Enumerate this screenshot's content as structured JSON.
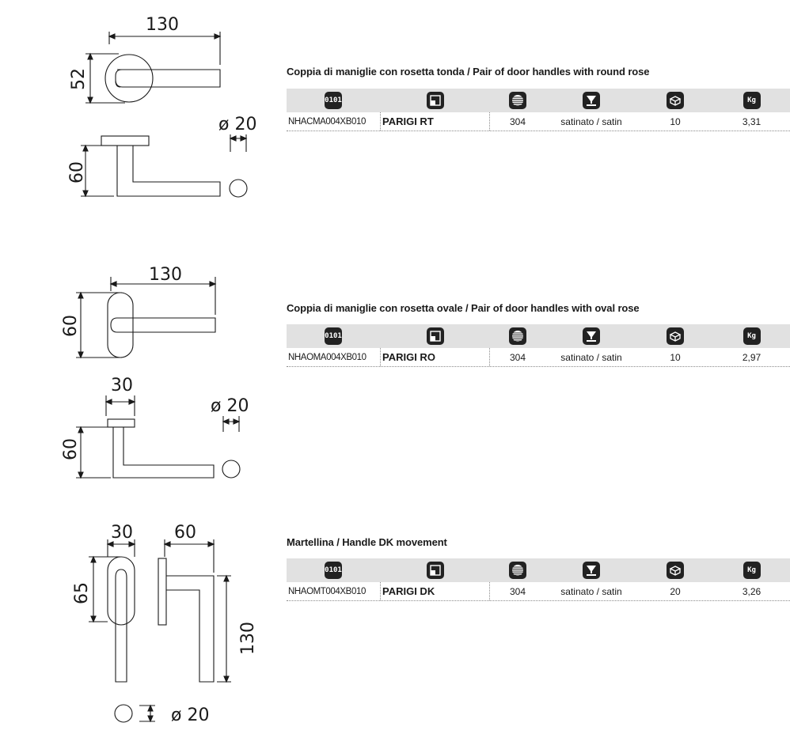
{
  "sections": [
    {
      "title": "Coppia di maniglie con rosetta tonda / Pair of door handles with round rose",
      "row": {
        "code": "NHACMA004XB010",
        "model": "PARIGI RT",
        "material": "304",
        "finish": "satinato / satin",
        "qty": "10",
        "weight": "3,31"
      },
      "dims": {
        "width": "130",
        "rose": "52",
        "height": "60",
        "diameter": "ø 20"
      }
    },
    {
      "title": "Coppia di maniglie con rosetta ovale / Pair of door handles with oval rose",
      "row": {
        "code": "NHAOMA004XB010",
        "model": "PARIGI RO",
        "material": "304",
        "finish": "satinato / satin",
        "qty": "10",
        "weight": "2,97"
      },
      "dims": {
        "width": "130",
        "rose": "60",
        "rose_depth": "30",
        "height": "60",
        "diameter": "ø 20"
      }
    },
    {
      "title": "Martellina / Handle DK movement",
      "row": {
        "code": "NHAOMT004XB010",
        "model": "PARIGI DK",
        "material": "304",
        "finish": "satinato / satin",
        "qty": "20",
        "weight": "3,26"
      },
      "dims": {
        "rose_width": "30",
        "lever": "60",
        "rose_height": "65",
        "height": "130",
        "diameter": "ø 20"
      }
    }
  ],
  "icons": {
    "code": "binary-code-icon",
    "model": "model-square-icon",
    "material": "material-grille-icon",
    "finish": "finish-funnel-icon",
    "qty": "package-box-icon",
    "weight": "weight-kg-icon",
    "code_glyph": "0101",
    "weight_glyph": "Kg"
  }
}
